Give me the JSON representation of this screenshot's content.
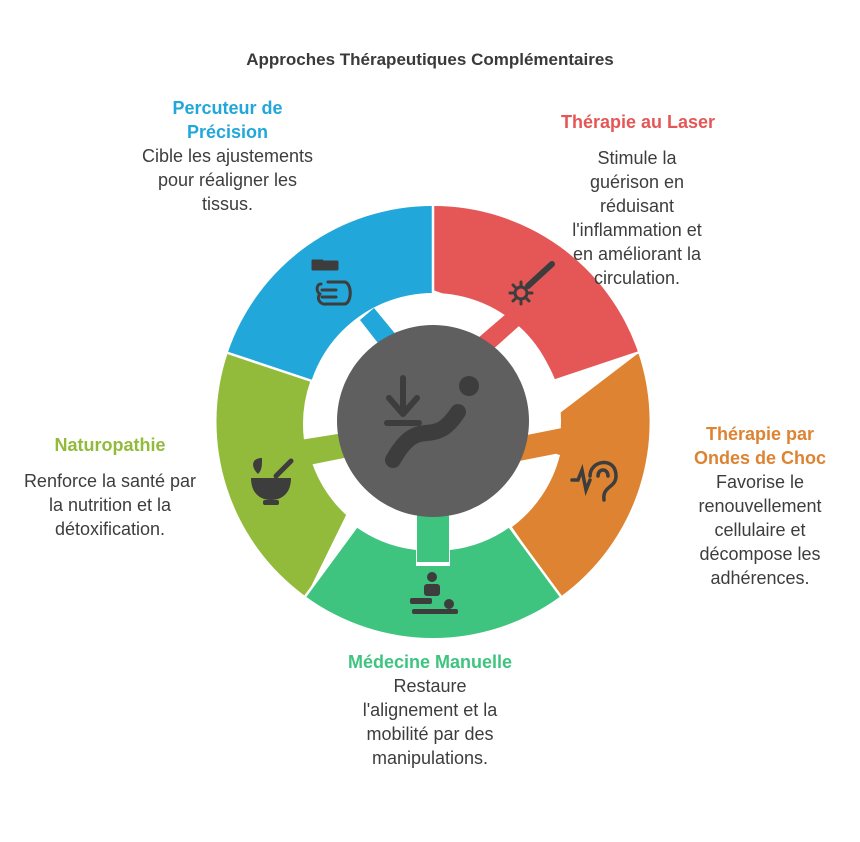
{
  "title": "Approches Thérapeutiques Complémentaires",
  "colors": {
    "precision": "#21a7d9",
    "laser": "#e45756",
    "shock": "#dd8332",
    "manual": "#3ec47f",
    "naturo": "#93bb3b",
    "center": "#5f5f5f"
  },
  "segments": {
    "precision": {
      "title": "Percuteur de Précision",
      "description": "Cible les ajustements pour réaligner les tissus.",
      "icon": "hand-tool-icon"
    },
    "laser": {
      "title": "Thérapie au Laser",
      "description": "Stimule la guérison en réduisant l'inflammation et en améliorant la circulation.",
      "icon": "laser-icon"
    },
    "shock": {
      "title": "Thérapie par Ondes de Choc",
      "description": "Favorise le renouvellement cellulaire et décompose les adhérences.",
      "icon": "ear-wave-icon"
    },
    "manual": {
      "title": "Médecine Manuelle",
      "description": "Restaure l'alignement et la mobilité par des manipulations.",
      "icon": "massage-icon"
    },
    "naturo": {
      "title": "Naturopathie",
      "description": "Renforce la santé par la nutrition et la détoxification.",
      "icon": "mortar-pestle-icon"
    }
  },
  "center_icon": "recline-person-icon"
}
